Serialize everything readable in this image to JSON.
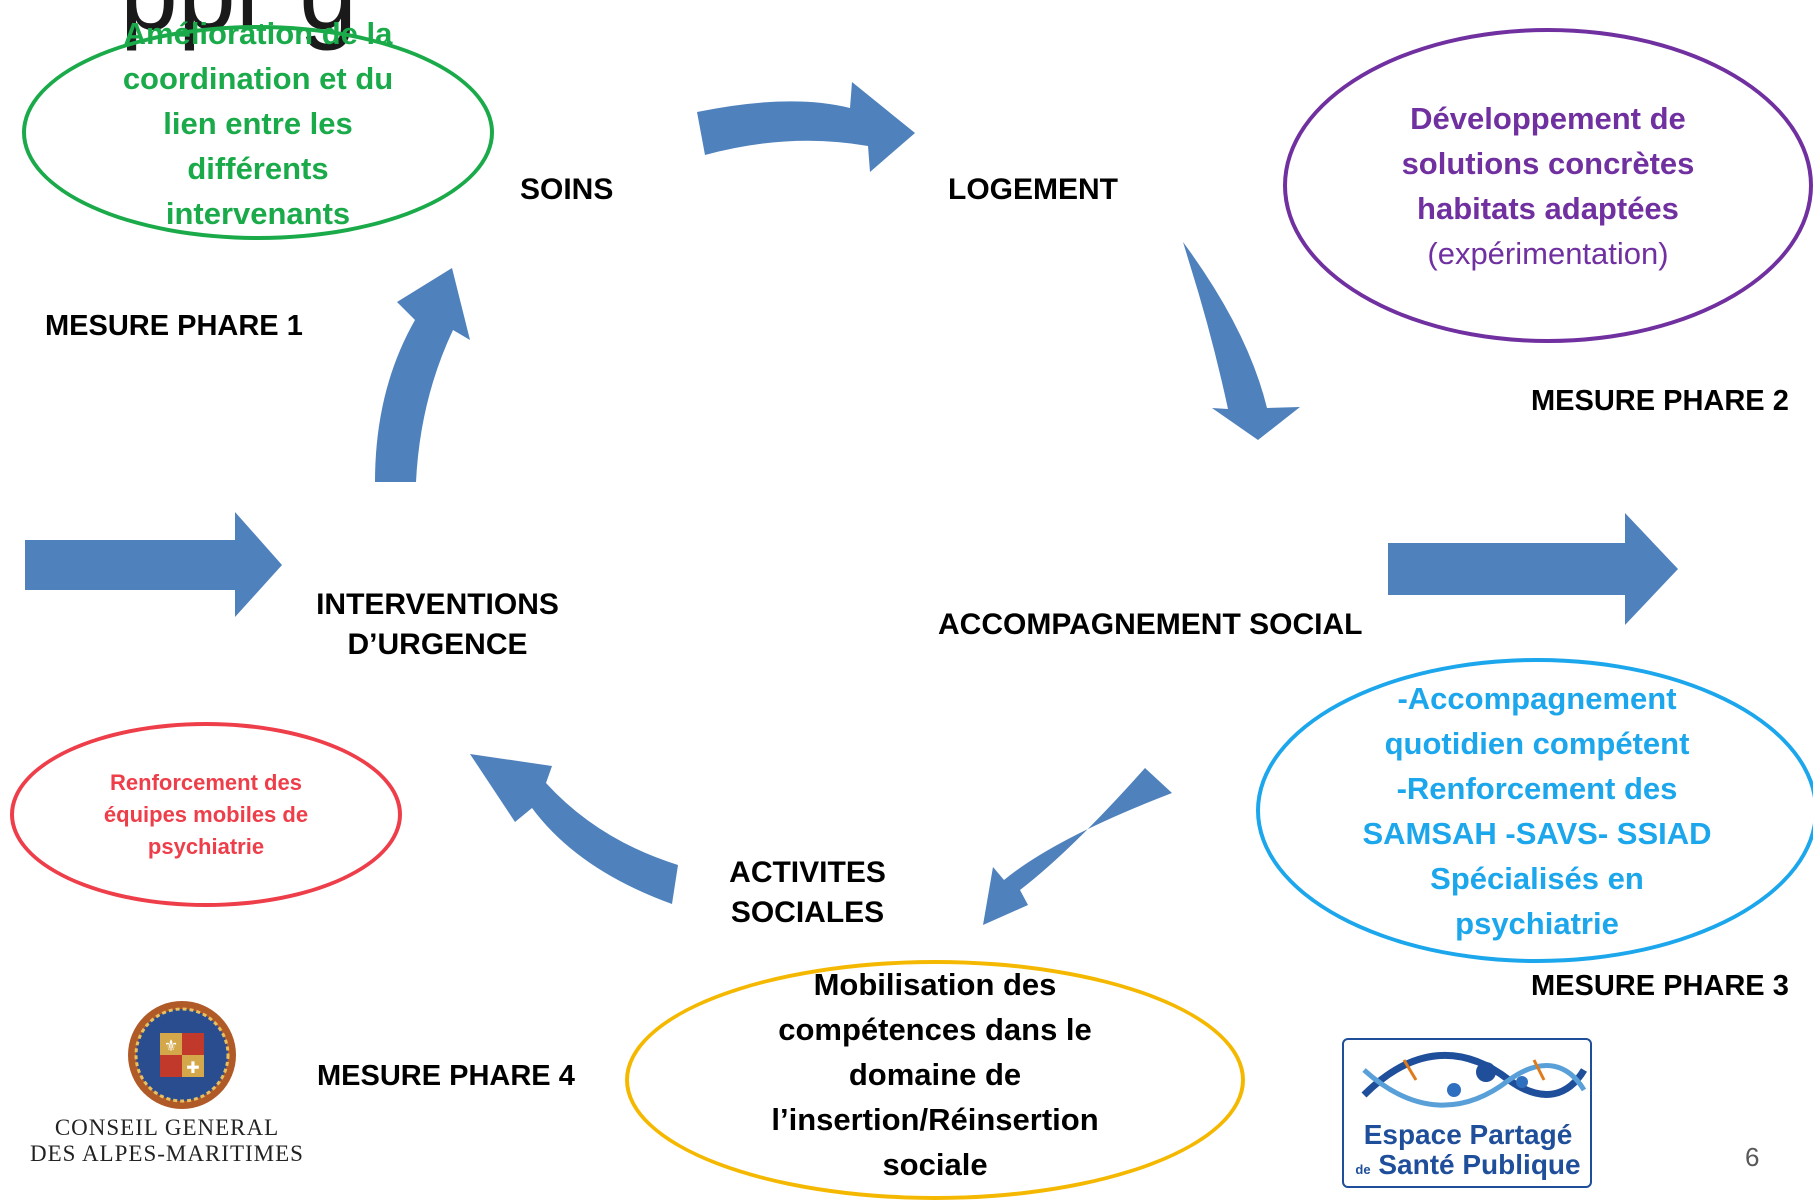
{
  "title_fragment": "ppr      g",
  "nodes": {
    "soins": "SOINS",
    "logement": "LOGEMENT",
    "accompagnement": "ACCOMPAGNEMENT SOCIAL",
    "activites_line1": "ACTIVITES",
    "activites_line2": "SOCIALES",
    "interventions_line1": "INTERVENTIONS",
    "interventions_line2": "D’URGENCE"
  },
  "mesures": {
    "m1": "MESURE PHARE 1",
    "m2": "MESURE PHARE 2",
    "m3": "MESURE PHARE 3",
    "m4": "MESURE PHARE 4"
  },
  "ellipses": {
    "green": [
      "Amélioration de la",
      "coordination et du",
      "lien entre les",
      "différents",
      "intervenants"
    ],
    "purple_bold": [
      "Développement de",
      "solutions concrètes",
      "habitats adaptées"
    ],
    "purple_plain": "(expérimentation)",
    "blue": [
      "-Accompagnement",
      "quotidien compétent",
      "-Renforcement des",
      "SAMSAH -SAVS- SSIAD",
      "Spécialisés en",
      "psychiatrie"
    ],
    "red": [
      "Renforcement des",
      "équipes mobiles de",
      "psychiatrie"
    ],
    "yellow": [
      "Mobilisation des",
      "compétences dans le",
      "domaine de",
      "l’insertion/Réinsertion",
      "sociale"
    ]
  },
  "logos": {
    "left_line1": "CONSEIL GENERAL",
    "left_line2": "DES ALPES-MARITIMES",
    "right_line1": "Espace Partagé",
    "right_de": "de",
    "right_line2": "Santé Publique"
  },
  "page_number": "6",
  "colors": {
    "arrow": "#4f81bd",
    "green": "#1aaa4a",
    "purple": "#7030a0",
    "blue": "#1ca6ec",
    "red": "#ee3e4a",
    "yellow": "#f5b800"
  }
}
